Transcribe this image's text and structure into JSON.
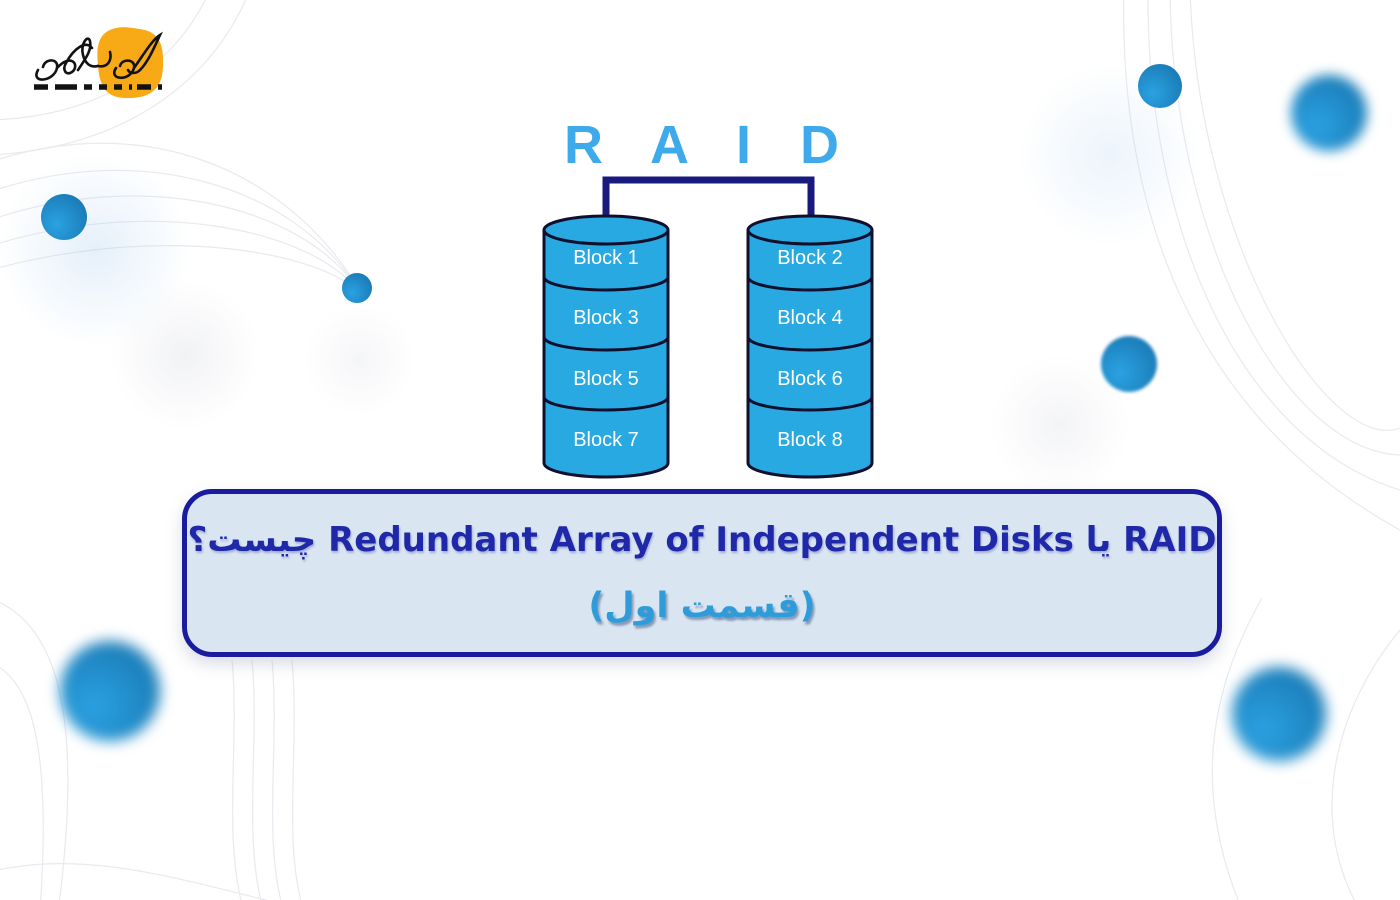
{
  "logo": {
    "brand_name": "سکان آکادمی"
  },
  "diagram": {
    "title": "R A I D",
    "disks": [
      {
        "blocks": [
          "Block 1",
          "Block 3",
          "Block 5",
          "Block 7"
        ]
      },
      {
        "blocks": [
          "Block 2",
          "Block 4",
          "Block 6",
          "Block 8"
        ]
      }
    ]
  },
  "caption": {
    "line1": "RAID یا Redundant Array of Independent Disks چیست؟",
    "line2": "(قسمت اول)"
  },
  "colors": {
    "disk_fill": "#29A9E1",
    "disk_stroke": "#10102E",
    "connector": "#1A1A7E",
    "raid_title": "#3FAAEB",
    "caption_bg": "#D9E6F2",
    "caption_border": "#1B1B9E",
    "caption_text": "#1E28A8",
    "caption_accent": "#2E9CD9",
    "logo_yellow": "#F7AA16",
    "circle_light": "#2BA2E2",
    "circle_dark": "#1570AA"
  }
}
